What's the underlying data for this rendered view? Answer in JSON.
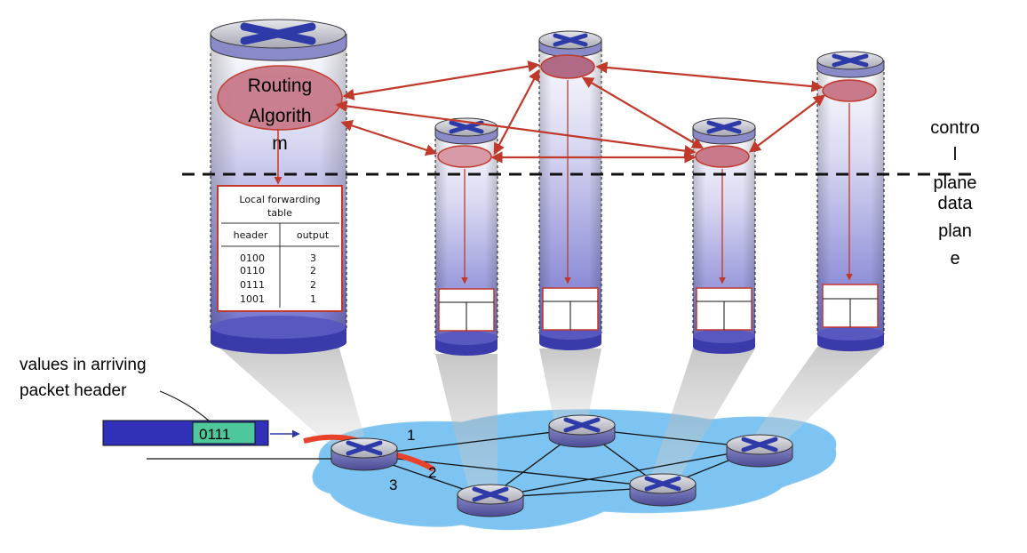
{
  "routing_algorithm": {
    "line1": "Routing",
    "line2": "Algorith",
    "line3": "m"
  },
  "forwarding_table": {
    "title_line1": "Local forwarding",
    "title_line2": "table",
    "col_header": "header",
    "col_output": "output",
    "rows": [
      {
        "header": "0100",
        "output": "3"
      },
      {
        "header": "0110",
        "output": "2"
      },
      {
        "header": "0111",
        "output": "2"
      },
      {
        "header": "1001",
        "output": "1"
      }
    ]
  },
  "plane_labels": {
    "control": [
      "contro",
      "l",
      "plane"
    ],
    "data": [
      "data",
      "plan",
      "e"
    ]
  },
  "packet": {
    "caption_line1": "values in arriving",
    "caption_line2": "packet header",
    "header_value": "0111"
  },
  "ports": {
    "p1": "1",
    "p2": "2",
    "p3": "3"
  },
  "colors": {
    "control_arrow": "#c0392b",
    "router_body": "#7a7ab8",
    "router_x": "#2e3aa8",
    "network_cloud": "#7ec4f2",
    "packet_body": "#3030b8",
    "packet_header": "#4fc79c",
    "link_highlight": "#e8432a"
  }
}
